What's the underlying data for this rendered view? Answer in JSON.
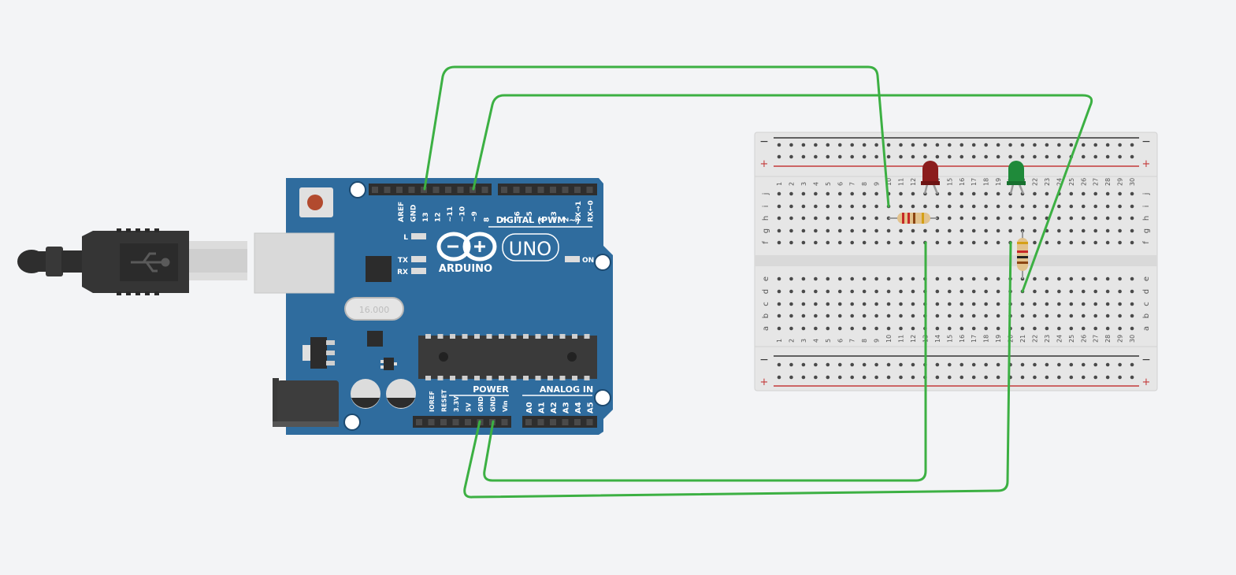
{
  "colors": {
    "background": "#f3f4f6",
    "board_blue": "#2f6c9e",
    "board_blue_dark": "#285d88",
    "header_black": "#2e2e2e",
    "wire_green": "#3cb043",
    "breadboard": "#e6e6e6",
    "rail_red": "#c43a3a",
    "rail_black": "#333333",
    "led_red": "#8b1c1c",
    "led_green": "#1f8a3a",
    "usb_black": "#333333"
  },
  "arduino": {
    "logo_text": "ARDUINO",
    "model": "UNO",
    "digital_label": "DIGITAL (PWM ~)",
    "power_label": "POWER",
    "analog_label": "ANALOG IN",
    "led_l": "L",
    "led_tx": "TX",
    "led_rx": "RX",
    "led_on": "ON",
    "crystal": "16.000",
    "digital_pins_left": [
      "AREF",
      "GND",
      "13",
      "12",
      "~11",
      "~10",
      "~9",
      "8"
    ],
    "digital_pins_right": [
      "7",
      "~6",
      "~5",
      "4",
      "~3",
      "2",
      "TX→1",
      "RX←0"
    ],
    "power_pins": [
      "IOREF",
      "RESET",
      "3.3V",
      "5V",
      "GND",
      "GND",
      "Vin"
    ],
    "analog_pins": [
      "A0",
      "A1",
      "A2",
      "A3",
      "A4",
      "A5"
    ]
  },
  "breadboard": {
    "minus_sign": "−",
    "plus_sign": "+",
    "top_row_labels": [
      "j",
      "i",
      "h",
      "g",
      "f"
    ],
    "bottom_row_labels": [
      "e",
      "d",
      "c",
      "b",
      "a"
    ],
    "column_numbers": [
      "1",
      "2",
      "3",
      "4",
      "5",
      "6",
      "7",
      "8",
      "9",
      "10",
      "11",
      "12",
      "13",
      "14",
      "15",
      "16",
      "17",
      "18",
      "19",
      "20",
      "21",
      "22",
      "23",
      "24",
      "25",
      "26",
      "27",
      "28",
      "29",
      "30"
    ]
  },
  "components": {
    "led_red_icon": "led-red-icon",
    "led_green_icon": "led-green-icon",
    "resistor_icon": "resistor-icon",
    "usb_icon": "usb-cable-icon"
  }
}
